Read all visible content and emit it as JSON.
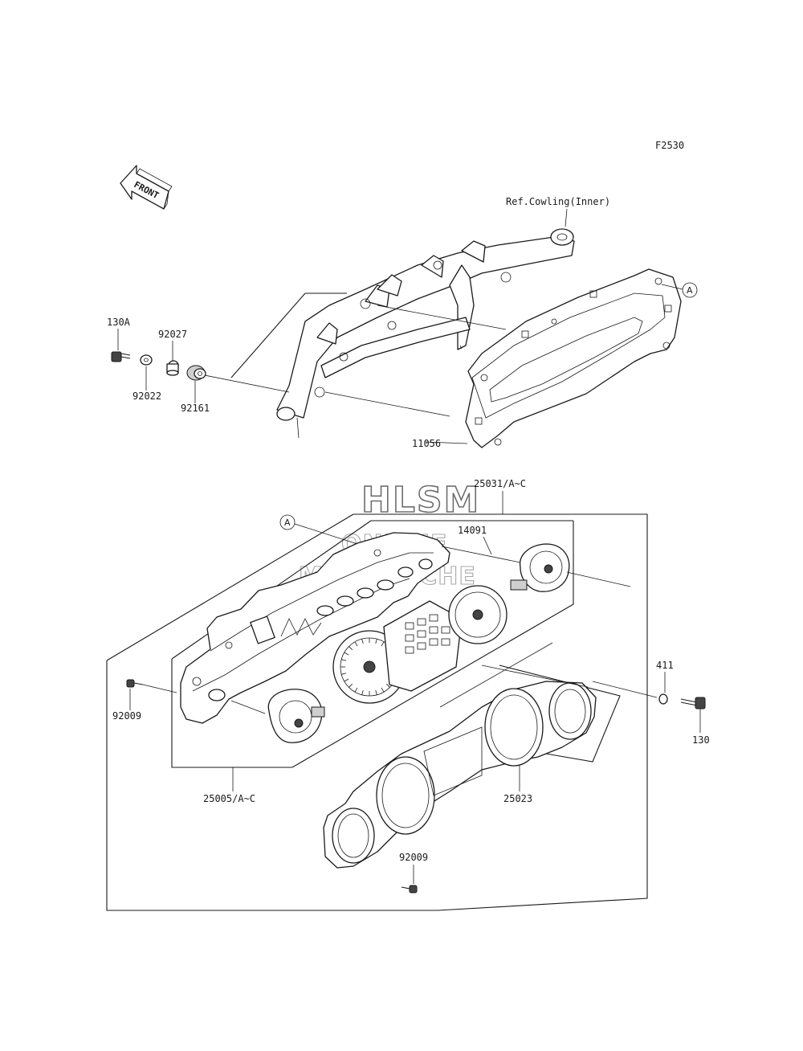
{
  "diagram": {
    "figure_code": "F2530",
    "front_arrow_label": "FRONT",
    "reference_label": "Ref.Cowling(Inner)",
    "callout_ref": "A",
    "watermark": {
      "line1": "HLSM",
      "line2": "ONLINE",
      "line3": "MICROFICHE"
    },
    "parts": [
      {
        "id": "p130a",
        "number": "130A"
      },
      {
        "id": "p92027",
        "number": "92027"
      },
      {
        "id": "p92022",
        "number": "92022"
      },
      {
        "id": "p92161",
        "number": "92161"
      },
      {
        "id": "p11056",
        "number": "11056"
      },
      {
        "id": "p25031",
        "number": "25031/A~C"
      },
      {
        "id": "p14091",
        "number": "14091"
      },
      {
        "id": "p411",
        "number": "411"
      },
      {
        "id": "p130",
        "number": "130"
      },
      {
        "id": "p92009a",
        "number": "92009"
      },
      {
        "id": "p25005",
        "number": "25005/A~C"
      },
      {
        "id": "p25023",
        "number": "25023"
      },
      {
        "id": "p92009b",
        "number": "92009"
      }
    ]
  },
  "colors": {
    "line": "#1a1a1a",
    "background": "#ffffff",
    "watermark": "#555555"
  }
}
